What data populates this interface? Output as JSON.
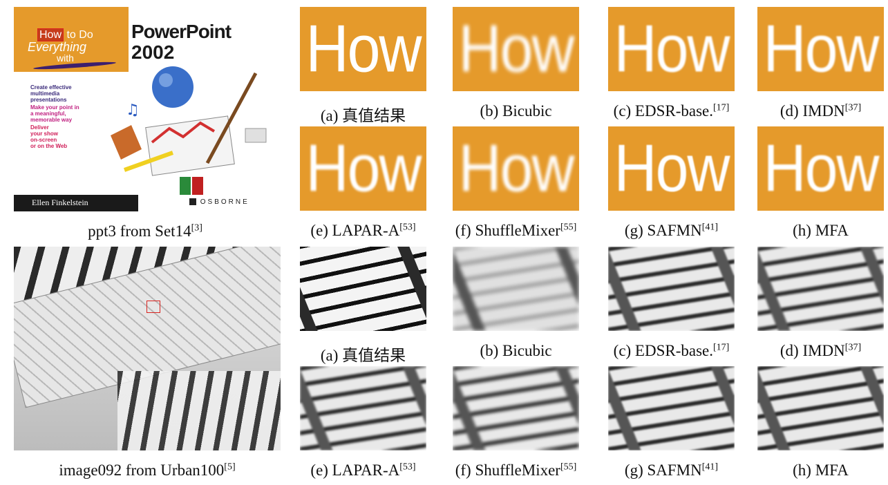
{
  "cover": {
    "how": "How",
    "to_do": "to Do",
    "everything": "Everything",
    "with": "with",
    "product": "PowerPoint",
    "year": "2002",
    "bullets": [
      "Create effective",
      "multimedia",
      "presentations",
      "Make your point in",
      "a meaningful,",
      "memorable way",
      "Deliver",
      "your show",
      "on-screen",
      "or on the Web"
    ],
    "author": "Ellen Finkelstein",
    "publisher": "OSBORNE",
    "caption_text": "ppt3 from Set14",
    "caption_ref": "[3]"
  },
  "urban": {
    "caption_text": "image092 from Urban100",
    "caption_ref": "[5]"
  },
  "tile_word": "How",
  "row1_labels": [
    {
      "text": "(a) 真值结果",
      "ref": ""
    },
    {
      "text": "(b) Bicubic",
      "ref": ""
    },
    {
      "text": "(c) EDSR-base.",
      "ref": "[17]"
    },
    {
      "text": "(d) IMDN",
      "ref": "[37]"
    }
  ],
  "row2_labels": [
    {
      "text": "(e) LAPAR-A",
      "ref": "[53]"
    },
    {
      "text": "(f) ShuffleMixer",
      "ref": "[55]"
    },
    {
      "text": "(g) SAFMN",
      "ref": "[41]"
    },
    {
      "text": "(h) MFA",
      "ref": ""
    }
  ],
  "colors": {
    "orange": "#e59a2b",
    "cover_bar": "#1a1a1a",
    "highlight": "#d9231f"
  }
}
